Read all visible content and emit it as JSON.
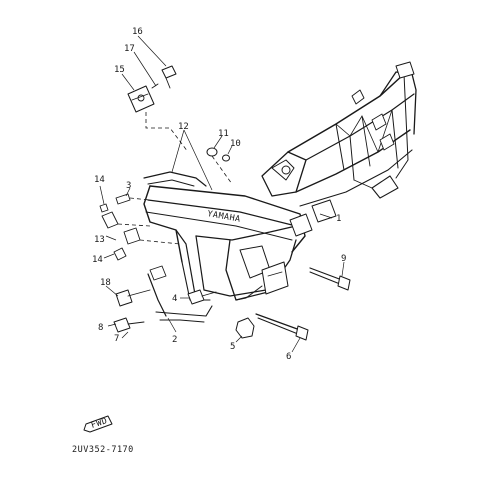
{
  "diagram": {
    "callouts": [
      "1",
      "2",
      "3",
      "4",
      "5",
      "6",
      "7",
      "8",
      "9",
      "10",
      "11",
      "12",
      "13",
      "14",
      "14",
      "15",
      "16",
      "17",
      "18"
    ],
    "frame_stamp": "YAMAHA",
    "fwd_label": "FWD",
    "part_code": "2UV352-7170"
  }
}
